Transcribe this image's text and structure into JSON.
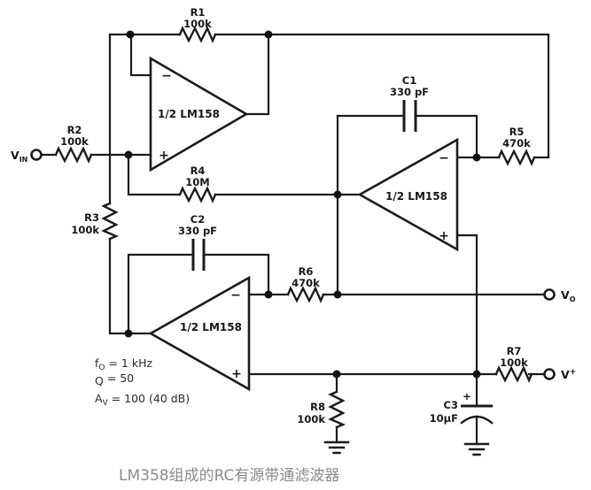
{
  "page": {
    "background": "#ffffff",
    "line_color": "#1b1b1b",
    "caption_color": "#8a8a8a"
  },
  "caption": "LM358组成的RC有源带通滤波器",
  "opamp_label": "1/2 LM158",
  "signs": {
    "minus": "−",
    "plus": "+"
  },
  "terminals": {
    "vin": {
      "base": "V",
      "sub": "IN"
    },
    "vo": {
      "base": "V",
      "sub": "O"
    },
    "vplus": {
      "base": "V",
      "sup": "+"
    }
  },
  "components": {
    "r1": {
      "name": "R1",
      "value": "100k"
    },
    "r2": {
      "name": "R2",
      "value": "100k"
    },
    "r3": {
      "name": "R3",
      "value": "100k"
    },
    "r4": {
      "name": "R4",
      "value": "10M"
    },
    "r5": {
      "name": "R5",
      "value": "470k"
    },
    "r6": {
      "name": "R6",
      "value": "470k"
    },
    "r7": {
      "name": "R7",
      "value": "100k"
    },
    "r8": {
      "name": "R8",
      "value": "100k"
    },
    "c1": {
      "name": "C1",
      "value": "330 pF"
    },
    "c2": {
      "name": "C2",
      "value": "330 pF"
    },
    "c3": {
      "name": "C3",
      "value": "10μF",
      "polarity": "+"
    }
  },
  "annotations": [
    {
      "base": "f",
      "sub": "O",
      "rest": " = 1 kHz"
    },
    {
      "base": "Q",
      "sub": "",
      "rest": " = 50"
    },
    {
      "base": "A",
      "sub": "V",
      "rest": " = 100 (40 dB)"
    }
  ]
}
